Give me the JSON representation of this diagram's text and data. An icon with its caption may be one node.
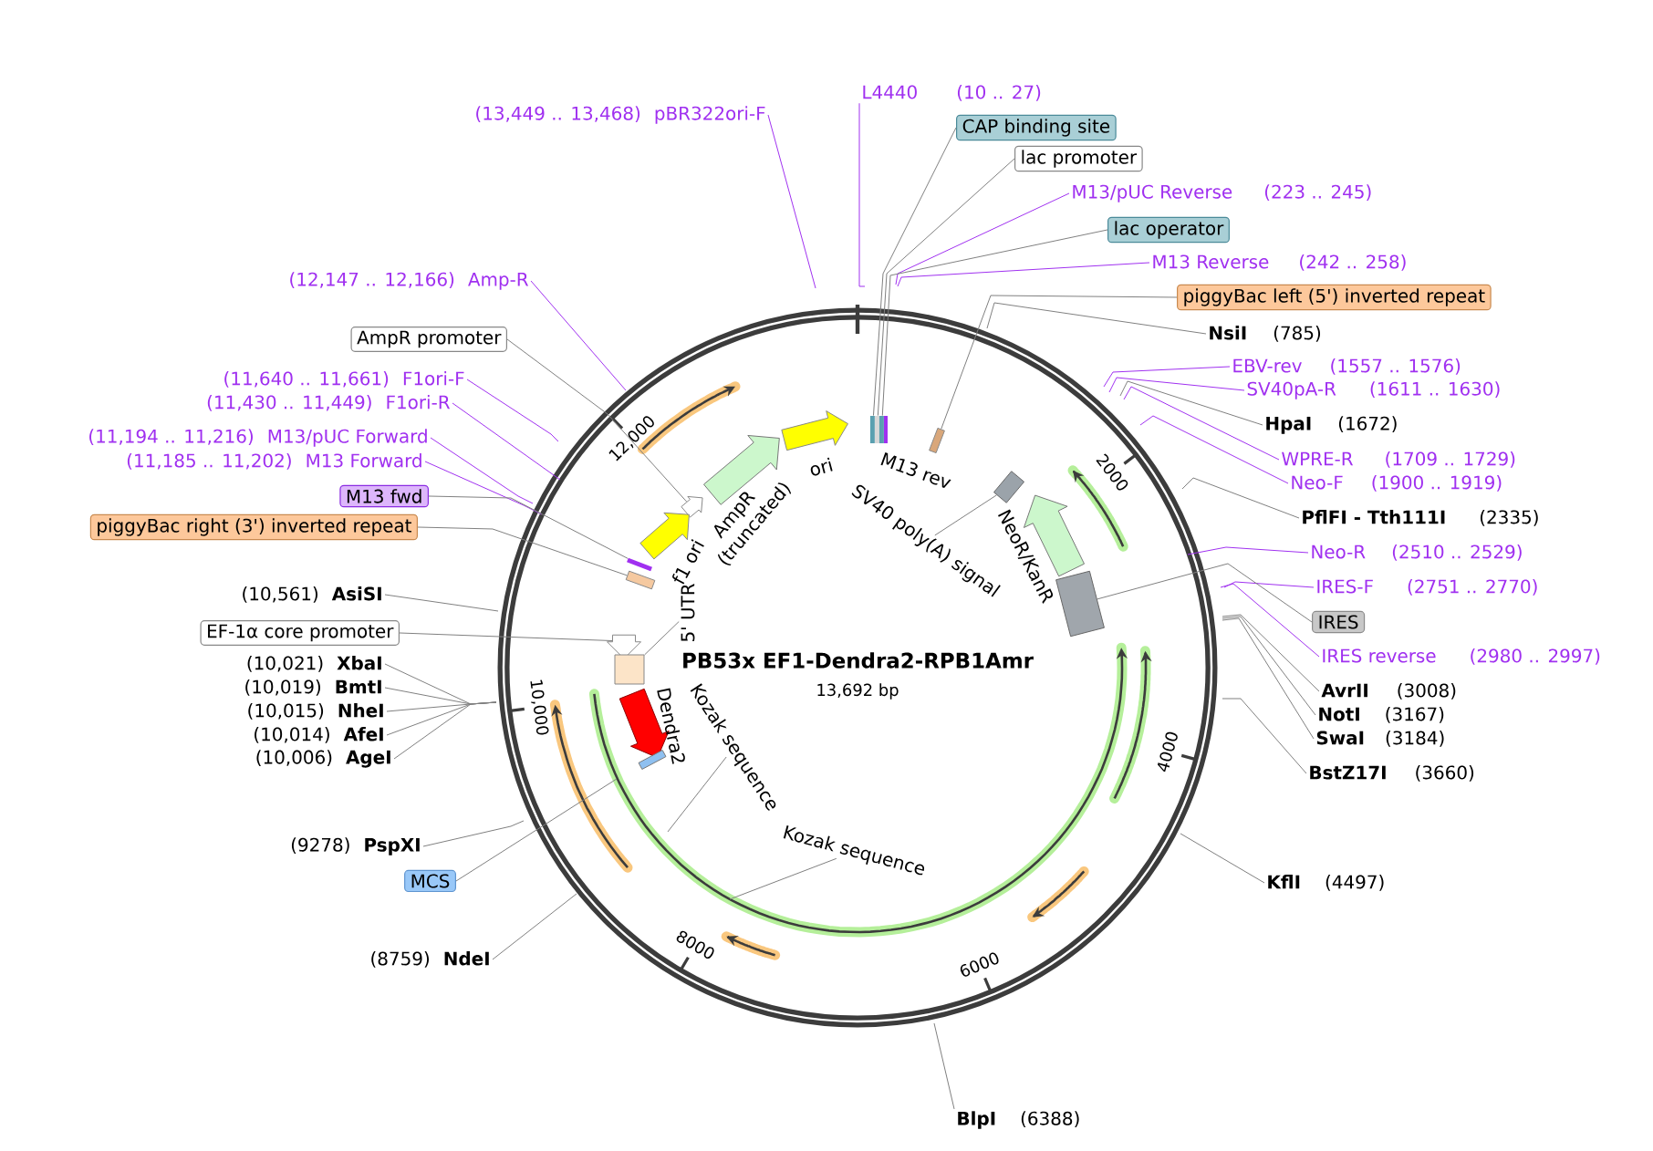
{
  "diagram": {
    "title": "PB53x EF1-Dendra2-RPB1Amr",
    "nodes": [
      {
        "text": [
          "(13,449 .. 13,468)",
          "pBR322ori-F"
        ]
      },
      {
        "text": [
          "(12,147 .. 12,166)",
          "Amp-R"
        ]
      },
      {
        "text": [
          "AmpR promoter"
        ]
      },
      {
        "text": [
          "(11,640 .. 11,661)",
          "F1ori-F"
        ]
      },
      {
        "text": [
          "(11,430 .. 11,449)",
          "F1ori-R"
        ]
      },
      {
        "text": [
          "(11,194 .. 11,216)",
          "M13/pUC Forward"
        ]
      },
      {
        "text": [
          "(11,185 .. 11,202)",
          "M13 Forward"
        ]
      },
      {
        "text": [
          "M13 fwd"
        ]
      },
      {
        "text": [
          "piggyBac right (3') inverted repeat"
        ]
      },
      {
        "text": [
          "(10,561)",
          "AsiSI"
        ]
      },
      {
        "text": [
          "EF-1α core promoter"
        ]
      },
      {
        "text": [
          "(10,021)",
          "XbaI"
        ]
      },
      {
        "text": [
          "(10,019)",
          "BmtI"
        ]
      },
      {
        "text": [
          "(10,015)",
          "NheI"
        ]
      },
      {
        "text": [
          "(10,014)",
          "AfeI"
        ]
      },
      {
        "text": [
          "(10,006)",
          "AgeI"
        ]
      },
      {
        "text": [
          "(9278)",
          "PspXI"
        ]
      },
      {
        "text": [
          "MCS"
        ]
      },
      {
        "text": [
          "(8759)",
          "NdeI"
        ]
      },
      {
        "text": [
          "L4440",
          "(10 .. 27)"
        ]
      },
      {
        "text": [
          "CAP binding site"
        ]
      },
      {
        "text": [
          "lac promoter"
        ]
      },
      {
        "text": [
          "M13/pUC Reverse",
          "(223 .. 245)"
        ]
      },
      {
        "text": [
          "lac operator"
        ]
      },
      {
        "text": [
          "M13 Reverse",
          "(242 .. 258)"
        ]
      },
      {
        "text": [
          "piggyBac left (5') inverted repeat"
        ]
      },
      {
        "text": [
          "NsiI",
          "(785)"
        ]
      },
      {
        "text": [
          "EBV-rev",
          "(1557 .. 1576)"
        ]
      },
      {
        "text": [
          "SV40pA-R",
          "(1611 .. 1630)"
        ]
      },
      {
        "text": [
          "HpaI",
          "(1672)"
        ]
      },
      {
        "text": [
          "WPRE-R",
          "(1709 .. 1729)"
        ]
      },
      {
        "text": [
          "Neo-F",
          "(1900 .. 1919)"
        ]
      },
      {
        "text": [
          "PflFI - Tth111I",
          "(2335)"
        ]
      },
      {
        "text": [
          "Neo-R",
          "(2510 .. 2529)"
        ]
      },
      {
        "text": [
          "IRES-F",
          "(2751 .. 2770)"
        ]
      },
      {
        "text": [
          "IRES"
        ]
      },
      {
        "text": [
          "IRES reverse",
          "(2980 .. 2997)"
        ]
      },
      {
        "text": [
          "AvrII",
          "(3008)"
        ]
      },
      {
        "text": [
          "NotI",
          "(3167)"
        ]
      },
      {
        "text": [
          "SwaI",
          "(3184)"
        ]
      },
      {
        "text": [
          "BstZ17I",
          "(3660)"
        ]
      },
      {
        "text": [
          "KflI",
          "(4497)"
        ]
      },
      {
        "text": [
          "BlpI",
          "(6388)"
        ]
      },
      {
        "text": [
          "5' UTR"
        ]
      },
      {
        "text": [
          "SV40 poly(A) signal"
        ]
      },
      {
        "text": [
          "Kozak sequence"
        ]
      },
      {
        "text": [
          "Kozak sequence"
        ]
      },
      {
        "text": [],
        "shape": "arrow"
      },
      {
        "text": [],
        "shape": "bar"
      },
      {
        "text": [],
        "shape": "bar"
      },
      {
        "text": [],
        "shape": "arrow"
      },
      {
        "text": [],
        "shape": "box"
      },
      {
        "text": [],
        "shape": "bar"
      },
      {
        "text": [],
        "shape": "bar"
      },
      {
        "text": [],
        "shape": "bar"
      },
      {
        "text": [],
        "shape": "bar"
      },
      {
        "text": [],
        "shape": "box"
      },
      {
        "text": [],
        "shape": "box"
      },
      {
        "text": [],
        "shape": "arrow",
        "beside": [
          "ori"
        ]
      },
      {
        "text": [],
        "shape": "arrow",
        "beside": [
          "f1 ori"
        ]
      },
      {
        "text": [],
        "shape": "arrow",
        "beside": [
          "AmpR (truncated)"
        ]
      },
      {
        "text": [],
        "shape": "arrow",
        "beside": [
          "NeoR/KanR"
        ]
      },
      {
        "text": [],
        "shape": "arrow",
        "beside": [
          "Dendra2"
        ]
      },
      {
        "text": [],
        "shape": "bar"
      }
    ],
    "edges": [
      {
        "from": 0,
        "to": null,
        "arrow": "none",
        "color": "#a030f0"
      },
      {
        "from": 1,
        "to": null,
        "arrow": "none",
        "color": "#a030f0"
      },
      {
        "from": 2,
        "to": 47,
        "arrow": "none"
      },
      {
        "from": 3,
        "to": null,
        "arrow": "none",
        "color": "#a030f0"
      },
      {
        "from": 4,
        "to": null,
        "arrow": "none",
        "color": "#a030f0"
      },
      {
        "from": 5,
        "to": null,
        "arrow": "none",
        "color": "#a030f0"
      },
      {
        "from": 6,
        "to": null,
        "arrow": "none",
        "color": "#a030f0"
      },
      {
        "from": 7,
        "to": 48,
        "arrow": "none"
      },
      {
        "from": 8,
        "to": 49,
        "arrow": "none"
      },
      {
        "from": 9,
        "to": null,
        "arrow": "none"
      },
      {
        "from": 10,
        "to": 50,
        "arrow": "none"
      },
      {
        "from": 11,
        "to": null,
        "arrow": "none"
      },
      {
        "from": 12,
        "to": null,
        "arrow": "none"
      },
      {
        "from": 13,
        "to": null,
        "arrow": "none"
      },
      {
        "from": 14,
        "to": null,
        "arrow": "none"
      },
      {
        "from": 15,
        "to": null,
        "arrow": "none"
      },
      {
        "from": 16,
        "to": null,
        "arrow": "none"
      },
      {
        "from": 17,
        "to": null,
        "arrow": "none"
      },
      {
        "from": 18,
        "to": null,
        "arrow": "none"
      },
      {
        "from": 19,
        "to": null,
        "arrow": "none",
        "color": "#a030f0"
      },
      {
        "from": 20,
        "to": 52,
        "arrow": "none"
      },
      {
        "from": 21,
        "to": 53,
        "arrow": "none"
      },
      {
        "from": 22,
        "to": null,
        "arrow": "none",
        "color": "#a030f0"
      },
      {
        "from": 23,
        "to": 54,
        "arrow": "none"
      },
      {
        "from": 24,
        "to": null,
        "arrow": "none",
        "color": "#a030f0"
      },
      {
        "from": 25,
        "to": 55,
        "arrow": "none"
      },
      {
        "from": 26,
        "to": null,
        "arrow": "none"
      },
      {
        "from": 27,
        "to": null,
        "arrow": "none",
        "color": "#a030f0"
      },
      {
        "from": 28,
        "to": null,
        "arrow": "none",
        "color": "#a030f0"
      },
      {
        "from": 29,
        "to": null,
        "arrow": "none"
      },
      {
        "from": 30,
        "to": null,
        "arrow": "none",
        "color": "#a030f0"
      },
      {
        "from": 31,
        "to": null,
        "arrow": "none",
        "color": "#a030f0"
      },
      {
        "from": 32,
        "to": null,
        "arrow": "none"
      },
      {
        "from": 33,
        "to": null,
        "arrow": "none",
        "color": "#a030f0"
      },
      {
        "from": 34,
        "to": null,
        "arrow": "none",
        "color": "#a030f0"
      },
      {
        "from": 35,
        "to": 57,
        "arrow": "none"
      },
      {
        "from": 36,
        "to": null,
        "arrow": "none",
        "color": "#a030f0"
      },
      {
        "from": 37,
        "to": null,
        "arrow": "none"
      },
      {
        "from": 38,
        "to": null,
        "arrow": "none"
      },
      {
        "from": 39,
        "to": null,
        "arrow": "none"
      },
      {
        "from": 40,
        "to": null,
        "arrow": "none"
      },
      {
        "from": 41,
        "to": null,
        "arrow": "none"
      },
      {
        "from": 42,
        "to": null,
        "arrow": "none"
      },
      {
        "from": 43,
        "to": 51,
        "arrow": "none"
      },
      {
        "from": 44,
        "to": 56,
        "arrow": "none"
      },
      {
        "from": 45,
        "to": null,
        "arrow": "none"
      },
      {
        "from": 46,
        "to": null,
        "arrow": "none"
      }
    ],
    "labels": [
      "M13 rev",
      "13,692 bp",
      "2000",
      "4000",
      "6000",
      "8000",
      "10,000",
      "12,000"
    ]
  }
}
